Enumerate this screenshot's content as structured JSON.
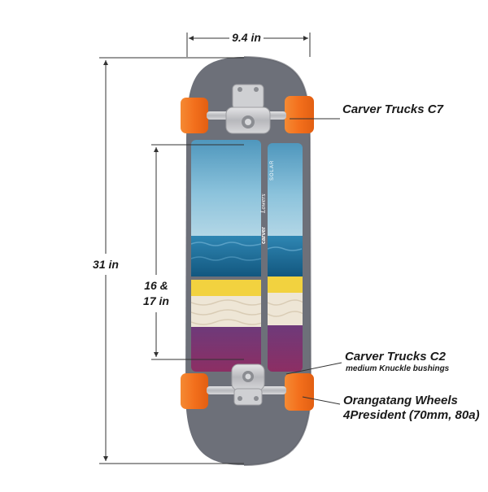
{
  "dimensions": {
    "width": "9.4 in",
    "length": "31 in",
    "wheelbase_line1": "16 &",
    "wheelbase_line2": "17 in"
  },
  "callouts": {
    "front_truck": "Carver Trucks C7",
    "rear_truck": "Carver Trucks C2",
    "rear_truck_note": "medium Knuckle bushings",
    "wheels_line1": "Orangatang Wheels",
    "wheels_line2": "4President (70mm, 80a)"
  },
  "deck_graphic_text": {
    "brand": "carver",
    "model": "Lowers",
    "series": "SOLAR"
  },
  "colors": {
    "deck": "#6b6e76",
    "wheel": "#f4771f",
    "truck": "#c9c9cc",
    "sky": "#7ab6d3",
    "sea": "#1d6f9a",
    "sand_yellow": "#f2d34a",
    "sand": "#efe7d8",
    "purple": "#8a2f68",
    "line": "#2b2b2b"
  }
}
